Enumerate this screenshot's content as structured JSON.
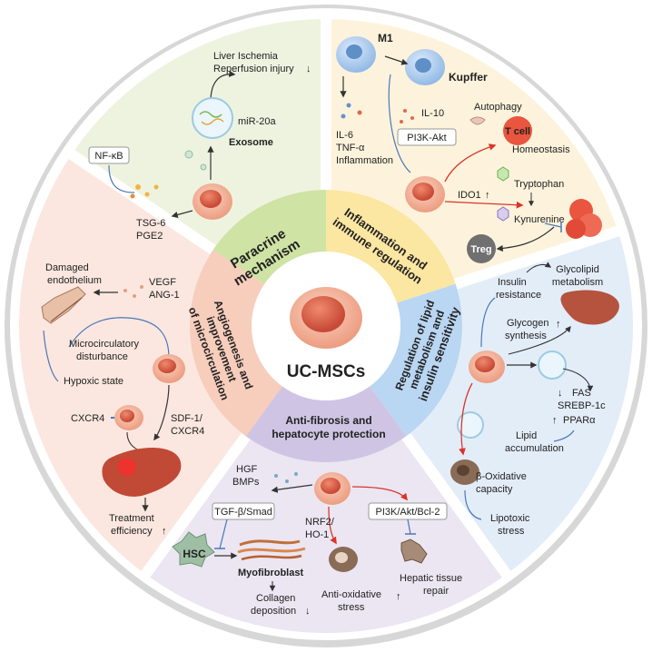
{
  "center": {
    "title": "UC-MSCs"
  },
  "inner_ring": {
    "paracrine": [
      "Paracrine",
      "mechanism"
    ],
    "inflammation": [
      "Inflammation and",
      "immune regulation"
    ],
    "lipid": [
      "Regulation of lipid",
      "metabolism and",
      "insulin sensitivity"
    ],
    "fibrosis": [
      "Anti-fibrosis and",
      "hepatocyte protection"
    ],
    "angio": [
      "Angiogenesis and",
      "improvement",
      "of microcirculation"
    ]
  },
  "paracrine": {
    "liver": [
      "Liver Ischemia",
      "Reperfusion injury"
    ],
    "mir": "miR-20a",
    "exosome": "Exosome",
    "nfkb": "NF-κB",
    "factors": [
      "TSG-6",
      "PGE2"
    ]
  },
  "inflammation": {
    "m1": "M1",
    "kupffer": "Kupffer",
    "il10": "IL-10",
    "pi3k": "PI3K-Akt",
    "cytokines": [
      "IL-6",
      "TNF-α",
      "Inflammation"
    ],
    "autophagy": "Autophagy",
    "tcell": "T cell",
    "homeostasis": "Homeostasis",
    "tryptophan": "Tryptophan",
    "ido1": "IDO1",
    "kynurenine": "Kynurenine",
    "treg": "Treg"
  },
  "lipid": {
    "glycolipid": [
      "Glycolipid",
      "metabolism"
    ],
    "insulin": [
      "Insulin",
      "resistance"
    ],
    "glycogen": [
      "Glycogen",
      "synthesis"
    ],
    "fas": "FAS",
    "srebp": "SREBP-1c",
    "ppar": "PPARα",
    "lipid_acc": [
      "Lipid",
      "accumulation"
    ],
    "beta_ox": [
      "β-Oxidative",
      "capacity"
    ],
    "lipotoxic": [
      "Lipotoxic",
      "stress"
    ]
  },
  "fibrosis": {
    "hgf": [
      "HGF",
      "BMPs"
    ],
    "tgf": "TGF-β/Smad",
    "hsc": "HSC",
    "myofibroblast": "Myofibroblast",
    "collagen": [
      "Collagen",
      "deposition"
    ],
    "nrf2": [
      "NRF2/",
      "HO-1"
    ],
    "pi3k": "PI3K/Akt/Bcl-2",
    "antiox": [
      "Anti-oxidative",
      "stress"
    ],
    "repair": [
      "Hepatic tissue",
      "repair"
    ]
  },
  "angio": {
    "damaged": [
      "Damaged",
      "endothelium"
    ],
    "vegf": [
      "VEGF",
      "ANG-1"
    ],
    "micro": [
      "Microcirculatory",
      "disturbance"
    ],
    "hypoxic": "Hypoxic state",
    "cxcr4": "CXCR4",
    "sdf": [
      "SDF-1/",
      "CXCR4"
    ],
    "treatment": [
      "Treatment",
      "efficiency"
    ]
  },
  "colors": {
    "paracrine_bg": "#eef3e0",
    "paracrine_ring": "#cfe3a4",
    "inflammation_bg": "#fdf3dc",
    "inflammation_ring": "#fbe6a2",
    "lipid_bg": "#e3edf8",
    "lipid_ring": "#b9d6f2",
    "fibrosis_bg": "#ebe6f2",
    "fibrosis_ring": "#d0c4e4",
    "angio_bg": "#fbe7df",
    "angio_ring": "#f7cdbc",
    "cell": "#f0a284",
    "cell_core": "#e0684e",
    "arrow_red": "#d9352b",
    "arrow_blue": "#4a78b8"
  }
}
